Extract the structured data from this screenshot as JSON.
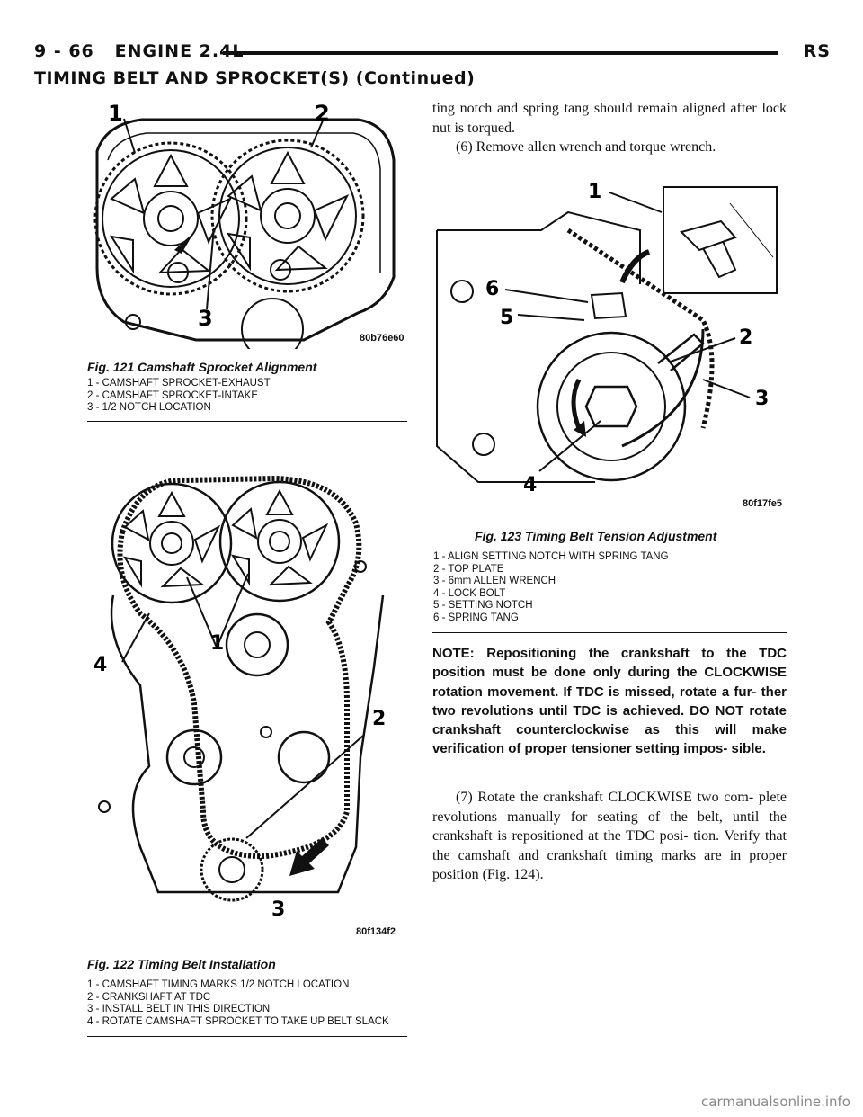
{
  "header": {
    "page_ref": "9 - 66",
    "section": "ENGINE 2.4L",
    "model": "RS"
  },
  "section_title": "TIMING BELT AND SPROCKET(S) (Continued)",
  "figures": [
    {
      "id": "fig121",
      "code": "80b76e60",
      "caption": "Fig. 121 Camshaft Sprocket Alignment",
      "callouts": [
        "1",
        "2",
        "3"
      ],
      "legend": [
        "1 - CAMSHAFT SPROCKET-EXHAUST",
        "2 - CAMSHAFT SPROCKET-INTAKE",
        "3 - 1/2 NOTCH LOCATION"
      ]
    },
    {
      "id": "fig122",
      "code": "80f134f2",
      "caption": "Fig. 122 Timing Belt Installation",
      "callouts": [
        "1",
        "2",
        "3",
        "4"
      ],
      "legend": [
        "1 - CAMSHAFT TIMING MARKS 1/2 NOTCH LOCATION",
        "2 - CRANKSHAFT AT TDC",
        "3 - INSTALL BELT IN THIS DIRECTION",
        "4 - ROTATE CAMSHAFT SPROCKET TO TAKE UP BELT SLACK"
      ]
    },
    {
      "id": "fig123",
      "code": "80f17fe5",
      "caption": "Fig. 123 Timing Belt Tension Adjustment",
      "callouts": [
        "1",
        "2",
        "3",
        "4",
        "5",
        "6"
      ],
      "legend": [
        "1 - ALIGN SETTING NOTCH WITH SPRING TANG",
        "2 - TOP PLATE",
        "3 - 6mm ALLEN WRENCH",
        "4 - LOCK BOLT",
        "5 - SETTING NOTCH",
        "6 - SPRING TANG"
      ]
    }
  ],
  "body": {
    "para_continued": "ting notch and spring tang should remain aligned after lock nut is torqued.",
    "step6": "(6) Remove allen wrench and torque wrench.",
    "note": "NOTE: Repositioning the crankshaft to the TDC position must be done only during the CLOCKWISE rotation movement. If TDC is missed, rotate a fur- ther two revolutions until TDC is achieved. DO NOT rotate crankshaft counterclockwise as this will make verification of proper tensioner setting impos- sible.",
    "step7": "(7) Rotate the crankshaft CLOCKWISE two com- plete revolutions manually for seating of the belt, until the crankshaft is repositioned at the TDC posi- tion. Verify that the camshaft and crankshaft timing marks are in proper position (Fig. 124)."
  },
  "watermark": "carmanualsonline.info"
}
